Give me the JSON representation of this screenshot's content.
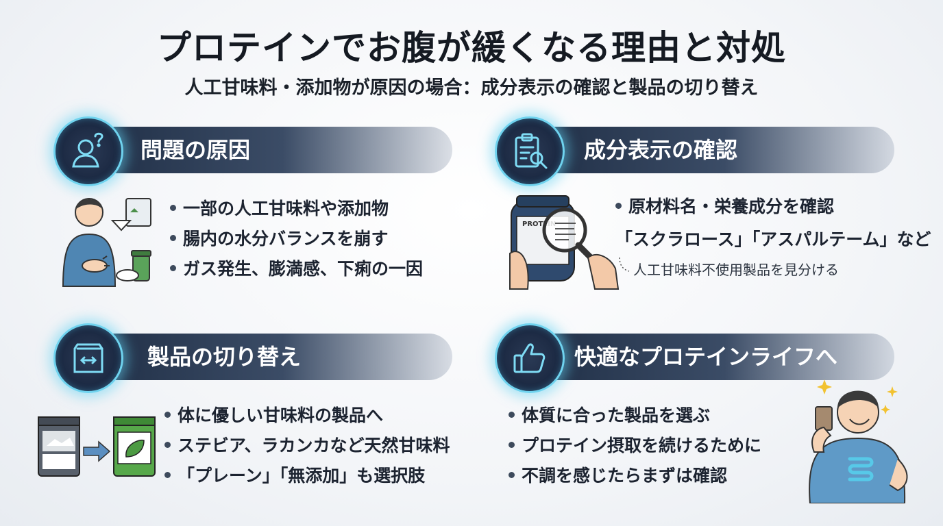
{
  "title": "プロテインでお腹が緩くなる理由と対処",
  "subtitle": "人工甘味料・添加物が原因の場合：成分表示の確認と製品の切り替え",
  "sections": [
    {
      "heading": "問題の原因",
      "icon": "person-question-icon",
      "bullets": [
        "一部の人工甘味料や添加物",
        "腸内の水分バランスを崩す",
        "ガス発生、膨満感、下痢の一因"
      ]
    },
    {
      "heading": "成分表示の確認",
      "icon": "clipboard-search-icon",
      "bullets": [
        "原材料名・栄養成分を確認"
      ],
      "examples": "「スクラロース」「アスパルテーム」など",
      "note": "人工甘味料不使用製品を見分ける",
      "label_text": "PROTEIN"
    },
    {
      "heading": "製品の切り替え",
      "icon": "package-swap-icon",
      "bullets": [
        "体に優しい甘味料の製品へ",
        "ステビア、ラカンカなど天然甘味料",
        "「プレーン」「無添加」も選択肢"
      ]
    },
    {
      "heading": "快適なプロテインライフへ",
      "icon": "thumbs-up-icon",
      "bullets": [
        "体質に合った製品を選ぶ",
        "プロテイン摂取を続けるために",
        "不調を感じたらまずは確認"
      ]
    }
  ],
  "colors": {
    "banner_dark": "#1e2d44",
    "glow": "#6fd3ef",
    "green": "#4caf50"
  }
}
